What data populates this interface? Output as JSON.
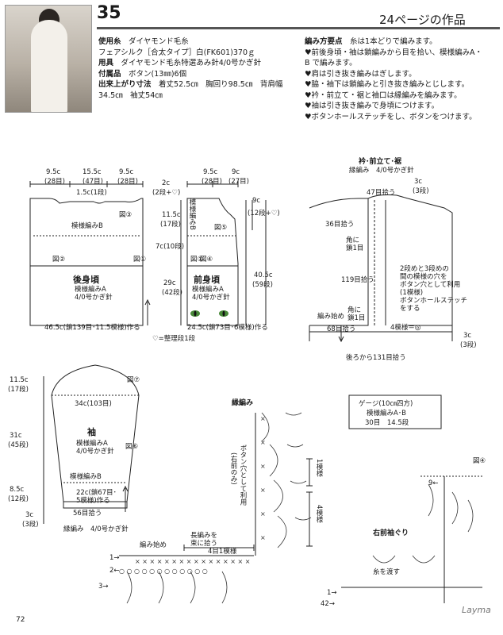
{
  "header": {
    "number": "35",
    "page_ref": "24ページの作品"
  },
  "specs": {
    "yarn_label": "使用糸",
    "yarn_brand": "ダイヤモンド毛糸",
    "yarn_detail": "フェアシルク［合太タイプ］白(FK601)370ｇ",
    "tools_label": "用具",
    "tools_value": "ダイヤモンド毛糸特選あみ針4/0号かぎ針",
    "notions_label": "付属品",
    "notions_value": "ボタン(13㎜)6個",
    "size_label": "出来上がり寸法",
    "size_line1": "着丈52.5㎝　胸回り98.5㎝　背肩幅",
    "size_line2": "34.5㎝　袖丈54㎝"
  },
  "notes": {
    "title": "編み方要点",
    "title_suffix": "糸は1本どりで編みます。",
    "items": [
      "♥前後身頃・袖は鎖編みから目を拾い、模様編みA・",
      "B で編みます。",
      "♥肩は引き抜き編みはぎします。",
      "♥脇・袖下は鎖編みと引き抜き編みとじします。",
      "♥衿・前立て・裾と袖口は縁編みを編みます。",
      "♥袖は引き抜き編みで身頃につけます。",
      "♥ボタンホールステッチをし、ボタンをつけます。"
    ]
  },
  "back": {
    "title": "後身頃",
    "pattern": "模様編みA",
    "hook": "4/0号かぎ針",
    "top_left": "9.5c",
    "top_left_rows": "(28目)",
    "top_mid": "15.5c",
    "top_mid_rows": "(47目)",
    "top_right": "9.5c",
    "top_right_rows": "(28目)",
    "neck": "1.5c(1段)",
    "pattern_b": "模様編みB",
    "bottom": "46.5c(鎖139目･11.5模様)作る",
    "m3": "図③",
    "m2": "図②",
    "m1": "図①"
  },
  "front": {
    "title": "前身頃",
    "pattern": "模様編みA",
    "hook": "4/0号かぎ針",
    "top_left": "9.5c",
    "top_left_rows": "(28目)",
    "top_right": "9c",
    "top_right_rows": "(27目)",
    "pattern_b": "模様編みB",
    "bottom": "24.5c(鎖73目･6模様)作る",
    "m5": "図⑤",
    "m4": "図④",
    "m1": "図①",
    "shoulder": "2c",
    "shoulder_rows": "(2段+♡)",
    "armhole": "11.5c",
    "armhole_rows": "(17段)",
    "armhole_lower": "7c(10段)",
    "body": "29c",
    "body_rows": "(42段)",
    "total": "40.5c",
    "total_rows": "(59段)",
    "neck_depth": "9c",
    "neck_rows": "(12段+♡)"
  },
  "legend_heart": "♡=整理段1段",
  "collar": {
    "title": "衿･前立て･裾",
    "pattern": "縁編み　4/0号かぎ針",
    "pick_collar": "47目拾う",
    "collar_width": "3c",
    "collar_rows": "(3段)",
    "pick_36": "36目拾う",
    "corner1a": "角に",
    "corner1b": "鎖1目",
    "pick_119": "119目拾う",
    "start": "編み始め",
    "corner2a": "角に",
    "corner2b": "鎖1目",
    "pick_68": "68目拾う",
    "pattern_4": "4模様＝◎",
    "hem_width": "3c",
    "hem_rows": "(3段)",
    "pick_back": "後ろから131目拾う",
    "button_note": [
      "2段めと3段めの",
      "間の模様の穴を",
      "ボタン穴として利用",
      "(1模様)",
      "ボタンホールステッチ",
      "をする"
    ]
  },
  "sleeve": {
    "title": "袖",
    "pattern": "模様編みA",
    "hook": "4/0号かぎ針",
    "top": "34c(103目)",
    "cap": "11.5c",
    "cap_rows": "(17段)",
    "length": "31c",
    "length_rows": "(45段)",
    "lower": "8.5c",
    "lower_rows": "(12段)",
    "cuff": "3c",
    "cuff_rows": "(3段)",
    "pattern_b": "模様編みB",
    "chain": "22c(鎖67目･",
    "chain2": "5模様)作る",
    "pick": "56目拾う",
    "cuff_label": "縁編み　4/0号かぎ針",
    "m7": "図⑦",
    "m6": "図⑥"
  },
  "edging": {
    "title": "縁編み",
    "start": "編み始め",
    "long_note1": "長編みを",
    "long_note2": "束に拾う",
    "repeat": "4目1模様",
    "button_v": "ボタン穴として利用",
    "button_v2": "(右前のみ)",
    "m1": "1模様",
    "m4": "4模様",
    "row1": "1→",
    "row2": "2←",
    "row3": "3→"
  },
  "gauge": {
    "title": "ゲージ(10㎝四方)",
    "pattern": "模様編みA･B",
    "value": "30目　14.5段"
  },
  "chart4": {
    "label": "図④",
    "title": "右前袖ぐり",
    "yarn_join": "糸を渡す",
    "row9": "9←",
    "row1": "1→",
    "row42": "42→"
  },
  "footer": {
    "page": "72",
    "watermark": "Layma"
  }
}
